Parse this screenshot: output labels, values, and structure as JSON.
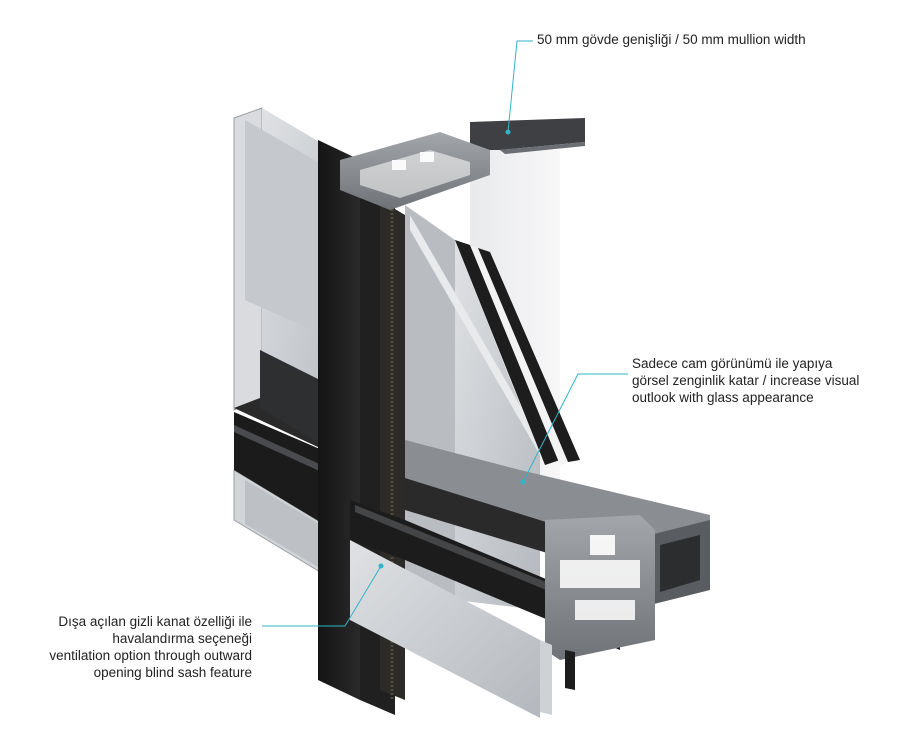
{
  "colors": {
    "leader": "#2fb4c8",
    "frame": "#1a1a1a",
    "glass": "#c9ccd0",
    "aluminium": "#8e9196",
    "background": "#ffffff"
  },
  "callouts": {
    "mullion_width": {
      "lines": [
        "50 mm gövde genişliği / 50 mm mullion width"
      ]
    },
    "glass_appearance": {
      "lines": [
        "Sadece cam görünümü ile yapıya",
        "görsel zenginlik katar / increase visual",
        "outlook with glass appearance"
      ]
    },
    "blind_sash": {
      "lines": [
        "Dışa açılan gizli kanat özelliği ile",
        "havalandırma seçeneği",
        "ventilation option through outward",
        "opening blind sash feature"
      ]
    }
  }
}
